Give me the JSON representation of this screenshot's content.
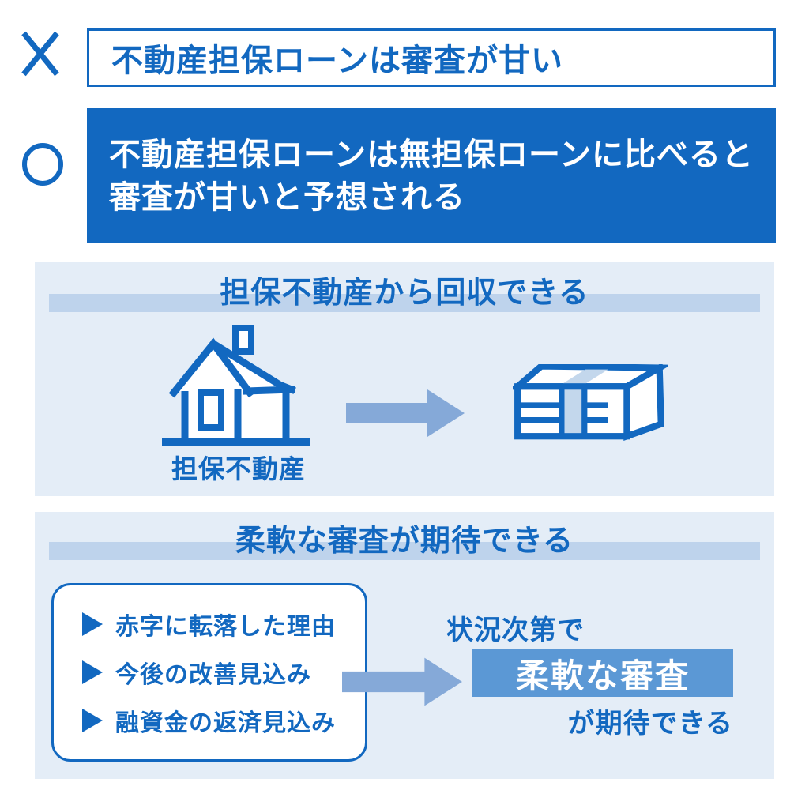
{
  "colors": {
    "primary_blue": "#1268c0",
    "section_bg": "#e4edf7",
    "title_underline_bar": "#bed3ec",
    "arrow_blue": "#85a9d8",
    "highlight_box_blue": "#5b98d5",
    "money_band_blue": "#c3d7ec",
    "white": "#ffffff"
  },
  "claims": {
    "wrong": {
      "mark_icon": "cross-mark-icon",
      "text": "不動産担保ローンは審査が甘い"
    },
    "correct": {
      "mark_icon": "circle-mark-icon",
      "line1": "不動産担保ローンは無担保ローンに比べると",
      "line2": "審査が甘いと予想される"
    }
  },
  "section_recovery": {
    "title": "担保不動産から回収できる",
    "house_icon": "house-icon",
    "house_label": "担保不動産",
    "arrow_icon": "arrow-right-icon",
    "money_icon": "money-stack-icon"
  },
  "section_flexible": {
    "title": "柔軟な審査が期待できる",
    "points": [
      "赤字に転落した理由",
      "今後の改善見込み",
      "融資金の返済見込み"
    ],
    "arrow_icon": "arrow-right-icon",
    "result_prefix": "状況次第で",
    "result_highlight": "柔軟な審査",
    "result_suffix": "が期待できる"
  }
}
